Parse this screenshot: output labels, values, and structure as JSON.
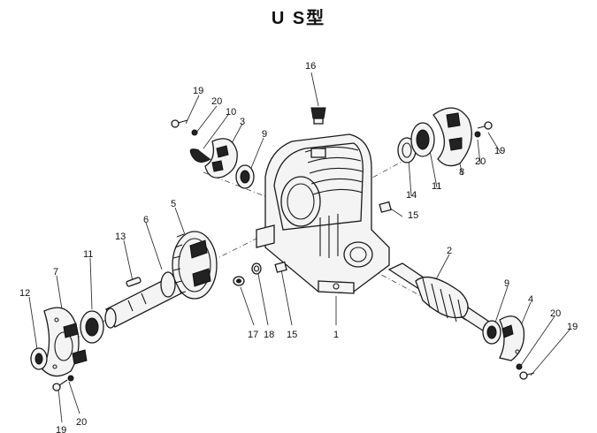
{
  "title": "U S型",
  "labels": {
    "p1": "1",
    "p2": "2",
    "p3": "3",
    "p4": "4",
    "p5": "5",
    "p6": "6",
    "p7": "7",
    "p8": "8",
    "p9a": "9",
    "p9b": "9",
    "p10": "10",
    "p11a": "11",
    "p11b": "11",
    "p12": "12",
    "p13": "13",
    "p14": "14",
    "p15a": "15",
    "p15b": "15",
    "p16": "16",
    "p17": "17",
    "p18": "18",
    "p19a": "19",
    "p19b": "19",
    "p19c": "19",
    "p19d": "19",
    "p20a": "20",
    "p20b": "20",
    "p20c": "20",
    "p20d": "20"
  }
}
